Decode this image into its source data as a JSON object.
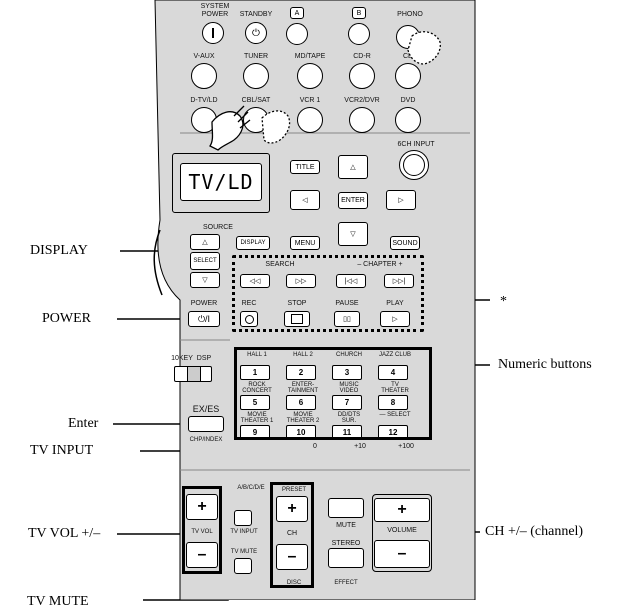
{
  "top_row": {
    "system_power": "SYSTEM\nPOWER",
    "standby": "STANDBY",
    "a": "A",
    "b": "B",
    "phono": "PHONO"
  },
  "source_buttons_row1": [
    "V-AUX",
    "TUNER",
    "MD/TAPE",
    "CD-R",
    "CD"
  ],
  "source_buttons_row2": [
    "D-TV/LD",
    "CBL/SAT",
    "VCR 1",
    "VCR2/DVR",
    "DVD"
  ],
  "six_ch_input": "6CH INPUT",
  "lcd_text": "TV/LD",
  "nav": {
    "title": "TITLE",
    "enter": "ENTER",
    "menu": "MENU",
    "sound": "SOUND",
    "display": "DISPLAY"
  },
  "source": {
    "label": "SOURCE",
    "select": "SELECT"
  },
  "search": {
    "label": "SEARCH",
    "chapter": "– CHAPTER +"
  },
  "transport": {
    "power": "POWER",
    "rec": "REC",
    "stop": "STOP",
    "pause": "PAUSE",
    "play": "PLAY"
  },
  "switch": {
    "tenkey": "10KEY",
    "dsp": "DSP"
  },
  "numeric": [
    {
      "label": "HALL 1",
      "num": "1"
    },
    {
      "label": "HALL 2",
      "num": "2"
    },
    {
      "label": "CHURCH",
      "num": "3"
    },
    {
      "label": "JAZZ CLUB",
      "num": "4"
    },
    {
      "label": "ROCK\nCONCERT",
      "num": "5"
    },
    {
      "label": "ENTER-\nTAINMENT",
      "num": "6"
    },
    {
      "label": "MUSIC\nVIDEO",
      "num": "7"
    },
    {
      "label": "TV\nTHEATER",
      "num": "8"
    },
    {
      "label": "MOVIE\nTHEATER 1",
      "num": "9"
    },
    {
      "label": "MOVIE\nTHEATER 2",
      "num": "10"
    },
    {
      "label": "DD/DTS\nSUR.",
      "num": "11"
    },
    {
      "label": "— SELECT",
      "num": "12"
    }
  ],
  "numeric_sub": [
    "0",
    "+10",
    "+100"
  ],
  "exes": "EX/ES",
  "chpindex": "CHP/INDEX",
  "abcde": "A/B/C/D/E",
  "tvinput": "TV INPUT",
  "tvvol": "TV VOL",
  "tvmute": "TV MUTE",
  "preset": "PRESET",
  "ch": "CH",
  "disc": "DISC",
  "mute": "MUTE",
  "volume": "VOLUME",
  "stereo": "STEREO",
  "effect": "EFFECT",
  "plus": "+",
  "minus": "–",
  "callouts": {
    "display": "DISPLAY",
    "power": "POWER",
    "asterisk": "*",
    "numeric": "Numeric buttons",
    "enter": "Enter",
    "tv_input": "TV INPUT",
    "tv_vol": "TV VOL +/–",
    "ch": "CH +/– (channel)",
    "tv_mute": "TV MUTE"
  }
}
